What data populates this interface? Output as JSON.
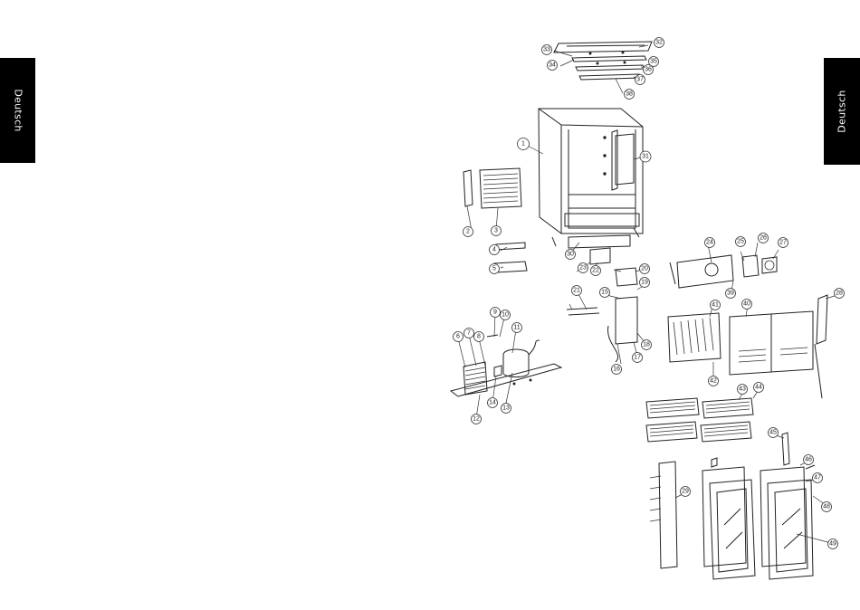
{
  "sidebar": {
    "left_tab_label": "Deutsch",
    "right_tab_label": "Deutsch",
    "tab_color": "#000000",
    "text_color": "#ffffff"
  },
  "diagram": {
    "callouts": [
      {
        "label": "1"
      },
      {
        "label": "2"
      },
      {
        "label": "3"
      },
      {
        "label": "4"
      },
      {
        "label": "5"
      },
      {
        "label": "6"
      },
      {
        "label": "7"
      },
      {
        "label": "8"
      },
      {
        "label": "9"
      },
      {
        "label": "10"
      },
      {
        "label": "11"
      },
      {
        "label": "12"
      },
      {
        "label": "13"
      },
      {
        "label": "14"
      },
      {
        "label": "15"
      },
      {
        "label": "16"
      },
      {
        "label": "17"
      },
      {
        "label": "18"
      },
      {
        "label": "19"
      },
      {
        "label": "20"
      },
      {
        "label": "21"
      },
      {
        "label": "22"
      },
      {
        "label": "23"
      },
      {
        "label": "24"
      },
      {
        "label": "25"
      },
      {
        "label": "26"
      },
      {
        "label": "27"
      },
      {
        "label": "28"
      },
      {
        "label": "29"
      },
      {
        "label": "30"
      },
      {
        "label": "31"
      },
      {
        "label": "32"
      },
      {
        "label": "33"
      },
      {
        "label": "34"
      },
      {
        "label": "35"
      },
      {
        "label": "36"
      },
      {
        "label": "37"
      },
      {
        "label": "38"
      },
      {
        "label": "39"
      },
      {
        "label": "40"
      },
      {
        "label": "41"
      },
      {
        "label": "42"
      },
      {
        "label": "43"
      },
      {
        "label": "44"
      },
      {
        "label": "45"
      },
      {
        "label": "46"
      },
      {
        "label": "47"
      },
      {
        "label": "48"
      },
      {
        "label": "49"
      }
    ]
  }
}
